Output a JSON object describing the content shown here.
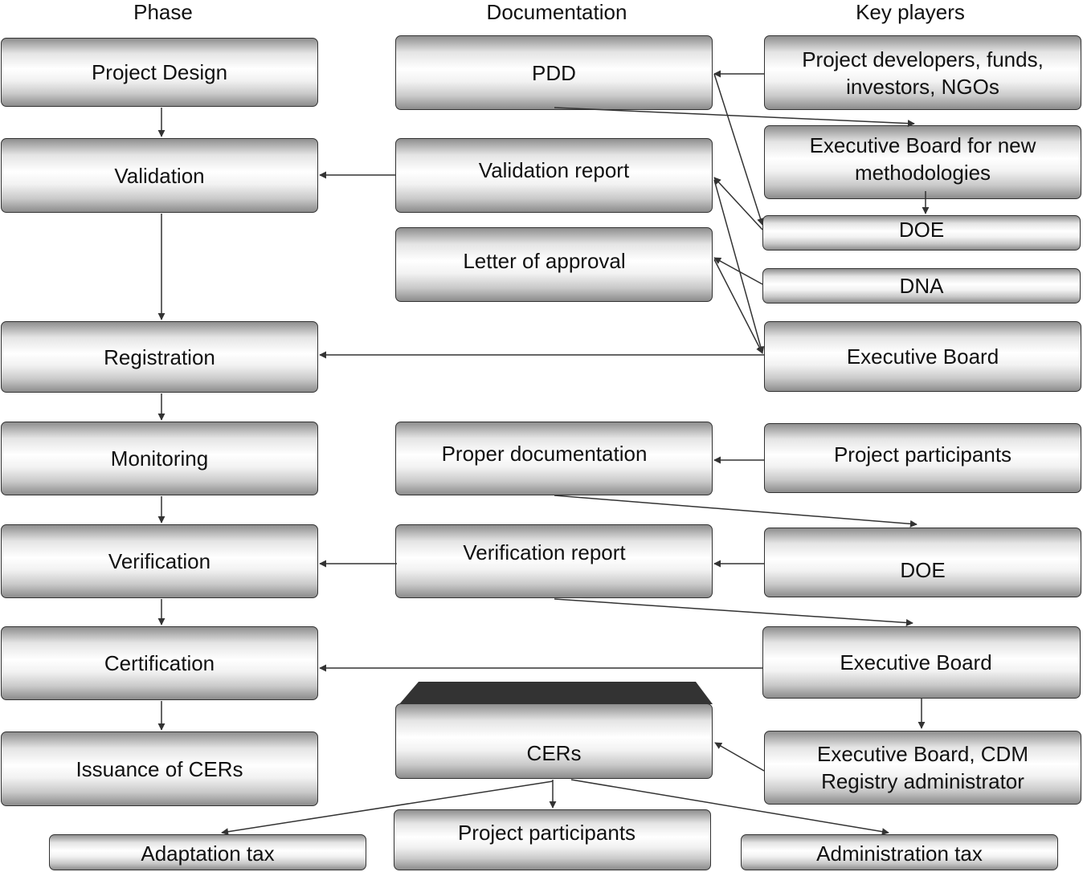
{
  "headers": {
    "phase": "Phase",
    "documentation": "Documentation",
    "key_players": "Key players"
  },
  "phases": {
    "project_design": "Project Design",
    "validation": "Validation",
    "registration": "Registration",
    "monitoring": "Monitoring",
    "verification": "Verification",
    "certification": "Certification",
    "issuance": "Issuance of CERs"
  },
  "documents": {
    "pdd": "PDD",
    "validation_report": "Validation report",
    "letter_of_approval": "Letter of approval",
    "proper_documentation": "Proper documentation",
    "verification_report": "Verification report",
    "cers": "CERs"
  },
  "players": {
    "developers_line1": "Project developers, funds,",
    "developers_line2": "investors, NGOs",
    "eb_new_line1": "Executive Board for new",
    "eb_new_line2": "methodologies",
    "doe_1": "DOE",
    "dna": "DNA",
    "executive_board_1": "Executive Board",
    "project_participants_1": "Project participants",
    "doe_2": "DOE",
    "executive_board_2": "Executive Board",
    "eb_registry_line1": "Executive Board, CDM",
    "eb_registry_line2": "Registry administrator"
  },
  "outputs": {
    "adaptation_tax": "Adaptation tax",
    "project_participants": "Project participants",
    "administration_tax": "Administration tax"
  }
}
